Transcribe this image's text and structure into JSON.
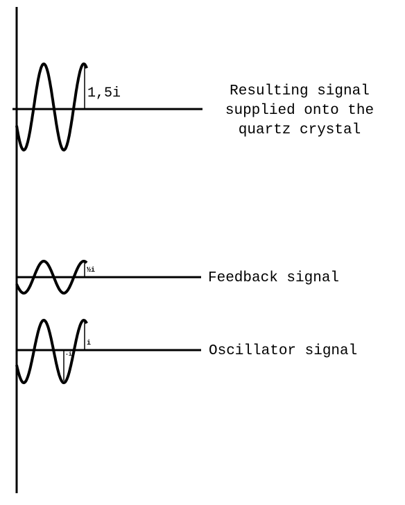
{
  "signals": {
    "resulting": {
      "label_lines": [
        "Resulting signal",
        "supplied onto the",
        "quartz crystal"
      ],
      "amplitude_label": "1,5i"
    },
    "feedback": {
      "label": "Feedback signal",
      "amplitude_label": "½i"
    },
    "oscillator": {
      "label": "Oscillator signal",
      "amplitude_label": "i",
      "negative_label": "-i"
    }
  },
  "colors": {
    "stroke": "#000000",
    "background": "#ffffff"
  }
}
